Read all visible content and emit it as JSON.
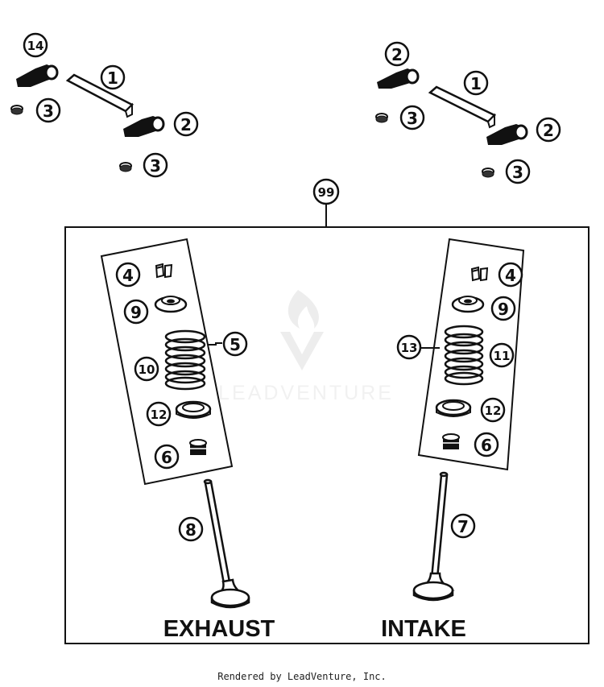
{
  "callouts": {
    "c14": "14",
    "c1l": "1",
    "c3la": "3",
    "c2l": "2",
    "c3lb": "3",
    "c2ra": "2",
    "c1r": "1",
    "c3ra": "3",
    "c2rb": "2",
    "c3rb": "3",
    "c99": "99",
    "c4l": "4",
    "c9l": "9",
    "c5": "5",
    "c10": "10",
    "c12l": "12",
    "c6l": "6",
    "c8": "8",
    "c4r": "4",
    "c9r": "9",
    "c13": "13",
    "c11": "11",
    "c12r": "12",
    "c6r": "6",
    "c7": "7"
  },
  "labels": {
    "exhaust": "EXHAUST",
    "intake": "INTAKE"
  },
  "watermark": "LEADVENTURE",
  "footer": "Rendered by LeadVenture, Inc."
}
